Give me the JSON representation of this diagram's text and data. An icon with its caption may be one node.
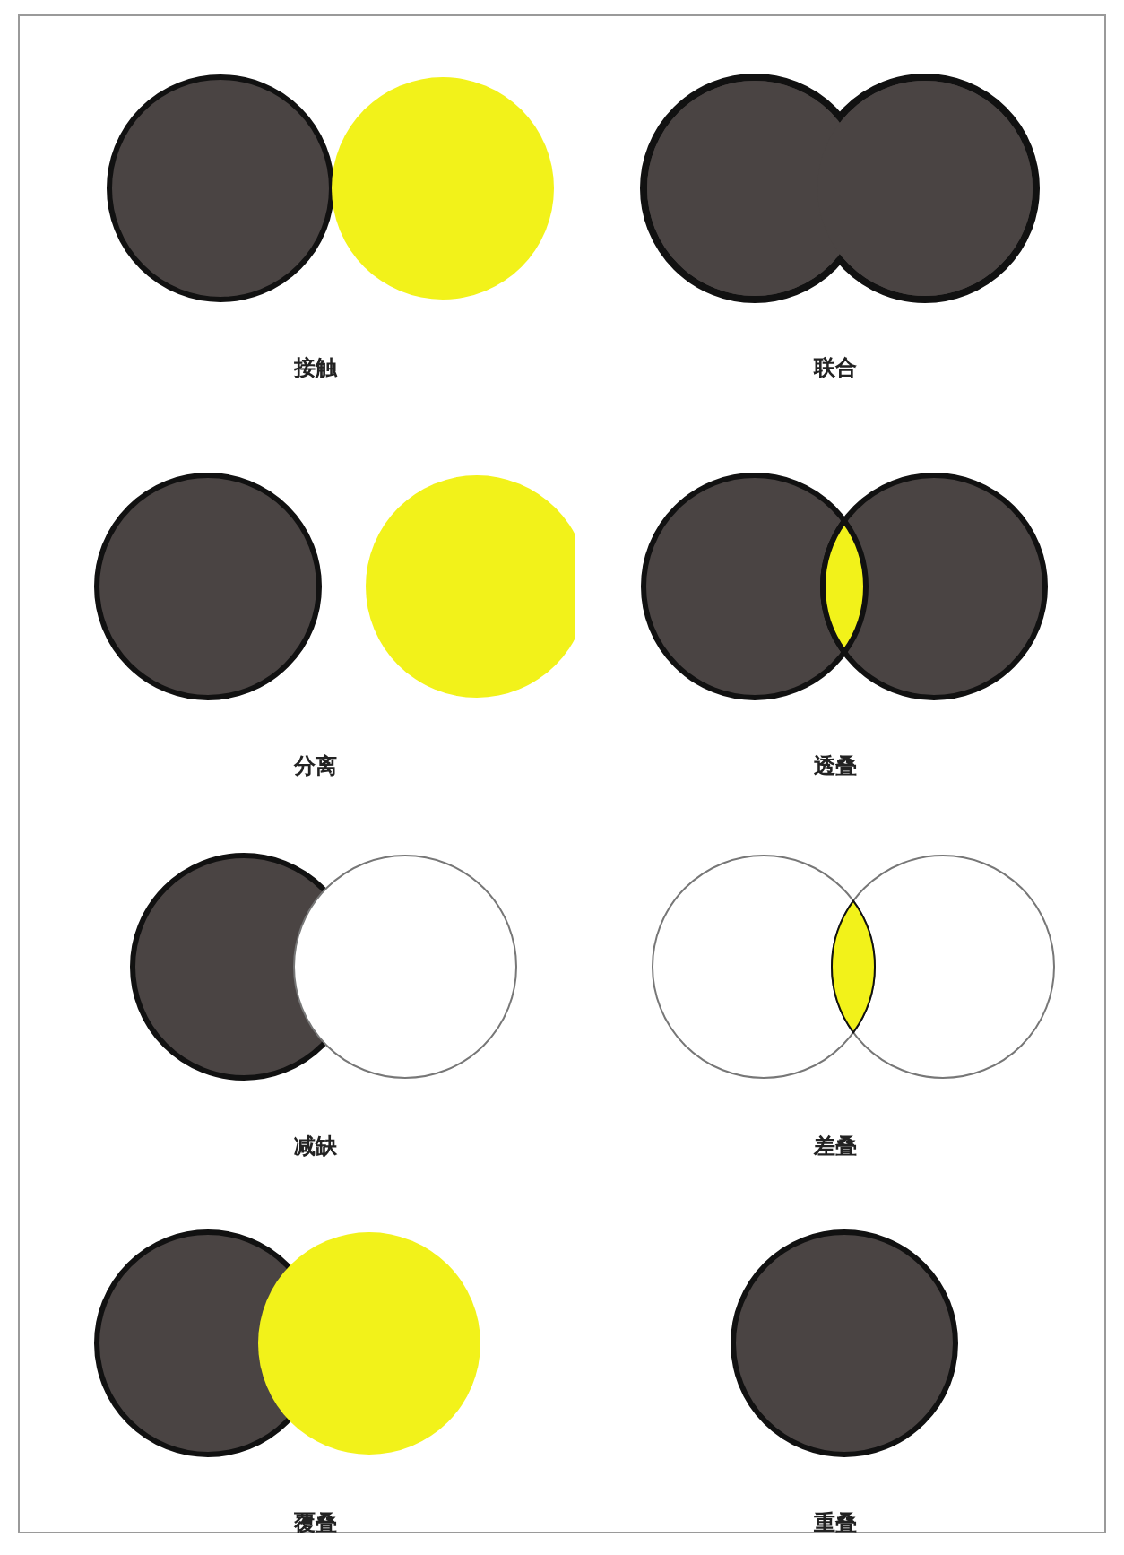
{
  "diagram": {
    "labels": [
      "接触",
      "联合",
      "分离",
      "透叠",
      "减缺",
      "差叠",
      "覆叠",
      "重叠"
    ]
  }
}
